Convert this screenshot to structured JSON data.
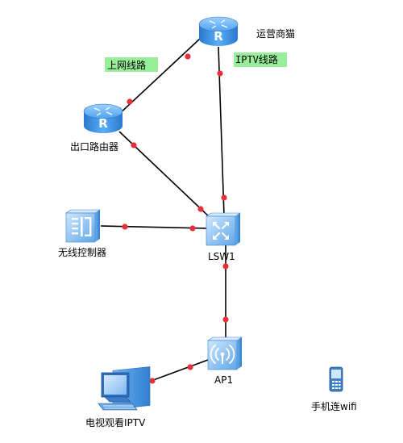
{
  "devices": {
    "isp_router": {
      "label": "运营商猫"
    },
    "exit_router": {
      "label": "出口路由器"
    },
    "wlc": {
      "label": "无线控制器"
    },
    "switch": {
      "label": "LSW1"
    },
    "ap": {
      "label": "AP1"
    },
    "pc": {
      "label": "电视观看IPTV"
    },
    "phone": {
      "label": "手机连wifi"
    }
  },
  "links": {
    "internet": {
      "label": "上网线路"
    },
    "iptv": {
      "label": "IPTV线路"
    }
  },
  "colors": {
    "link_label_bg": "#99ee99",
    "port_dot": "#e8303a",
    "router_body": "#3a8ee0",
    "device_blue": "#4d9fe6"
  },
  "icons": {
    "router": "router-icon",
    "wlc": "wireless-controller-icon",
    "switch": "switch-icon",
    "ap": "access-point-icon",
    "pc": "desktop-computer-icon",
    "phone": "mobile-phone-icon"
  }
}
